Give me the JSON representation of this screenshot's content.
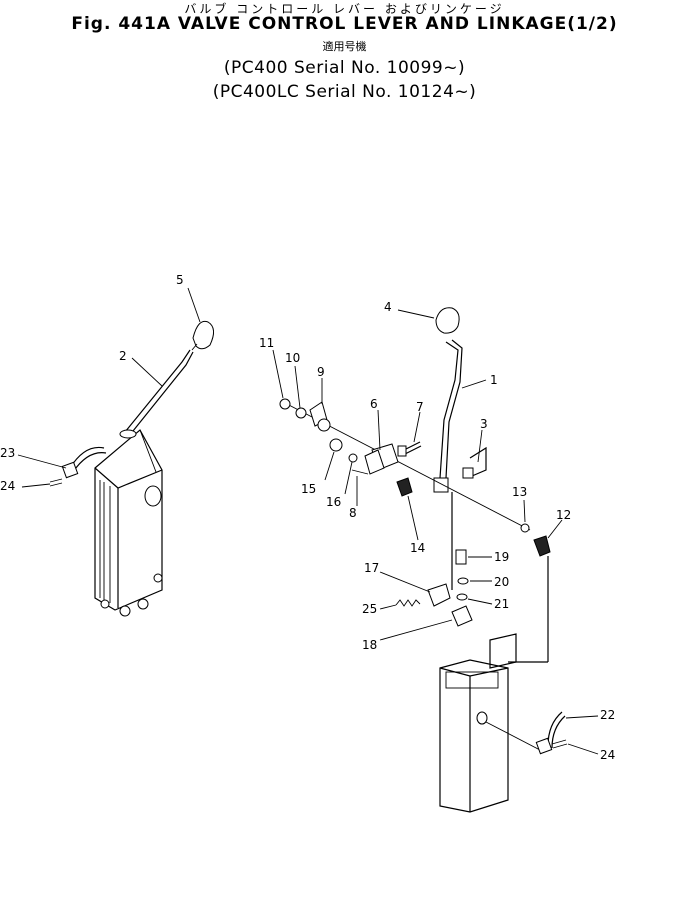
{
  "header": {
    "title_jp": "バルブ コントロール レバー およびリンケージ",
    "title_main": "Fig. 441A VALVE CONTROL LEVER AND LINKAGE(1/2)",
    "applicable_jp": "適用号機",
    "serial_line_1": "(PC400    Serial No. 10099~)",
    "serial_line_2": "(PC400LC Serial No. 10124~)"
  },
  "callouts": [
    {
      "id": "c1",
      "label": "1"
    },
    {
      "id": "c2",
      "label": "2"
    },
    {
      "id": "c3",
      "label": "3"
    },
    {
      "id": "c4",
      "label": "4"
    },
    {
      "id": "c5",
      "label": "5"
    },
    {
      "id": "c6",
      "label": "6"
    },
    {
      "id": "c7",
      "label": "7"
    },
    {
      "id": "c8",
      "label": "8"
    },
    {
      "id": "c9",
      "label": "9"
    },
    {
      "id": "c10",
      "label": "10"
    },
    {
      "id": "c11",
      "label": "11"
    },
    {
      "id": "c12",
      "label": "12"
    },
    {
      "id": "c13",
      "label": "13"
    },
    {
      "id": "c14",
      "label": "14"
    },
    {
      "id": "c15",
      "label": "15"
    },
    {
      "id": "c16",
      "label": "16"
    },
    {
      "id": "c17",
      "label": "17"
    },
    {
      "id": "c18",
      "label": "18"
    },
    {
      "id": "c19",
      "label": "19"
    },
    {
      "id": "c20",
      "label": "20"
    },
    {
      "id": "c21",
      "label": "21"
    },
    {
      "id": "c22",
      "label": "22"
    },
    {
      "id": "c23",
      "label": "23"
    },
    {
      "id": "c24a",
      "label": "24"
    },
    {
      "id": "c24b",
      "label": "24"
    },
    {
      "id": "c25",
      "label": "25"
    }
  ]
}
